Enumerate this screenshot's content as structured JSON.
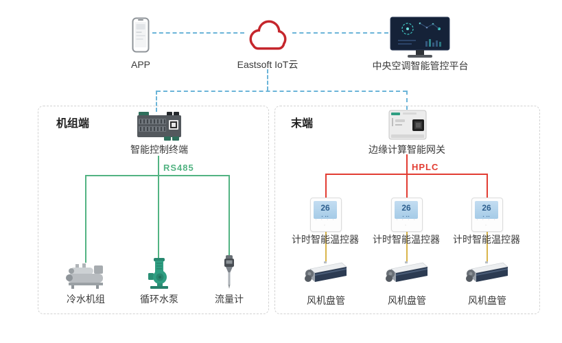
{
  "top": {
    "app_label": "APP",
    "cloud_label": "Eastsoft IoT云",
    "platform_label": "中央空调智能管控平台"
  },
  "left_box": {
    "title": "机组端",
    "controller_label": "智能控制终端",
    "bus_label": "RS485",
    "devices": [
      {
        "label": "冷水机组"
      },
      {
        "label": "循环水泵"
      },
      {
        "label": "流量计"
      }
    ]
  },
  "right_box": {
    "title": "末端",
    "gateway_label": "边缘计算智能网关",
    "bus_label": "HPLC",
    "thermostats": [
      {
        "label": "计时智能温控器",
        "display": "26"
      },
      {
        "label": "计时智能温控器",
        "display": "26"
      },
      {
        "label": "计时智能温控器",
        "display": "26"
      }
    ],
    "fan_coils": [
      {
        "label": "风机盘管"
      },
      {
        "label": "风机盘管"
      },
      {
        "label": "风机盘管"
      }
    ]
  },
  "colors": {
    "cloud_red": "#c5262c",
    "link_blue": "#6ab4d8",
    "bus_green": "#52b382",
    "bus_red": "#e23c32",
    "link_yellow": "#d9b54a",
    "box_border": "#d2d2d2"
  }
}
